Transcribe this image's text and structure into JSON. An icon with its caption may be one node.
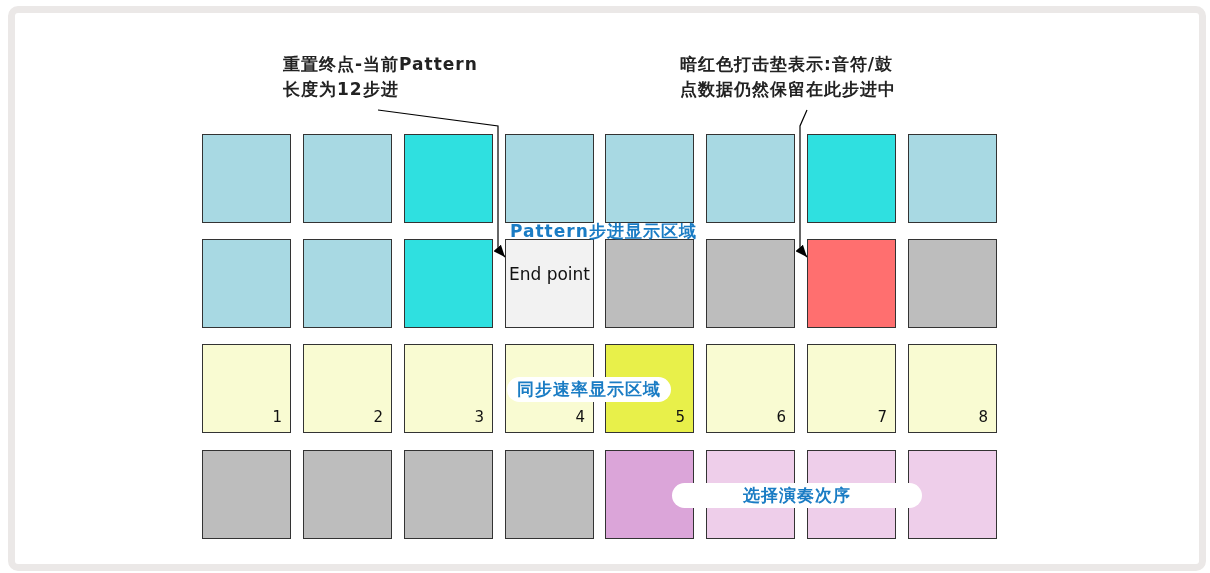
{
  "diagram": {
    "nodes": [
      {
        "text": [
          "重置终点-当前Pattern 长度为12步进"
        ]
      },
      {
        "text": [
          "暗红色打击垫表示:音符/鼓点数据仍然保留在此步进中"
        ]
      },
      {
        "text": [],
        "shape": "box"
      },
      {
        "text": [],
        "shape": "box"
      },
      {
        "text": [],
        "shape": "box"
      },
      {
        "text": [],
        "shape": "box"
      },
      {
        "text": [],
        "shape": "box"
      },
      {
        "text": [],
        "shape": "box"
      },
      {
        "text": [],
        "shape": "box"
      },
      {
        "text": [],
        "shape": "box"
      },
      {
        "text": [],
        "shape": "box"
      },
      {
        "text": [],
        "shape": "box"
      },
      {
        "text": [],
        "shape": "box"
      },
      {
        "text": [
          "End point"
        ]
      },
      {
        "text": [],
        "shape": "box"
      },
      {
        "text": [],
        "shape": "box"
      },
      {
        "text": [],
        "shape": "box"
      },
      {
        "text": [],
        "shape": "box"
      },
      {
        "text": [
          "1"
        ]
      },
      {
        "text": [
          "2"
        ]
      },
      {
        "text": [
          "3"
        ]
      },
      {
        "text": [
          "4"
        ]
      },
      {
        "text": [
          "5"
        ]
      },
      {
        "text": [
          "6"
        ]
      },
      {
        "text": [
          "7"
        ]
      },
      {
        "text": [
          "8"
        ]
      },
      {
        "text": [],
        "shape": "box"
      },
      {
        "text": [],
        "shape": "box"
      },
      {
        "text": [],
        "shape": "box"
      },
      {
        "text": [],
        "shape": "box"
      },
      {
        "text": [],
        "shape": "box"
      },
      {
        "text": [],
        "shape": "box"
      },
      {
        "text": [],
        "shape": "box"
      },
      {
        "text": [],
        "shape": "box"
      }
    ],
    "edges": [
      {
        "from": 0,
        "to": 13,
        "arrow": "to"
      },
      {
        "from": 1,
        "to": 16,
        "arrow": "to"
      }
    ],
    "labels": [
      "Pattern步进显示区域",
      "同步速率显示区域",
      "选择演奏次序"
    ]
  }
}
